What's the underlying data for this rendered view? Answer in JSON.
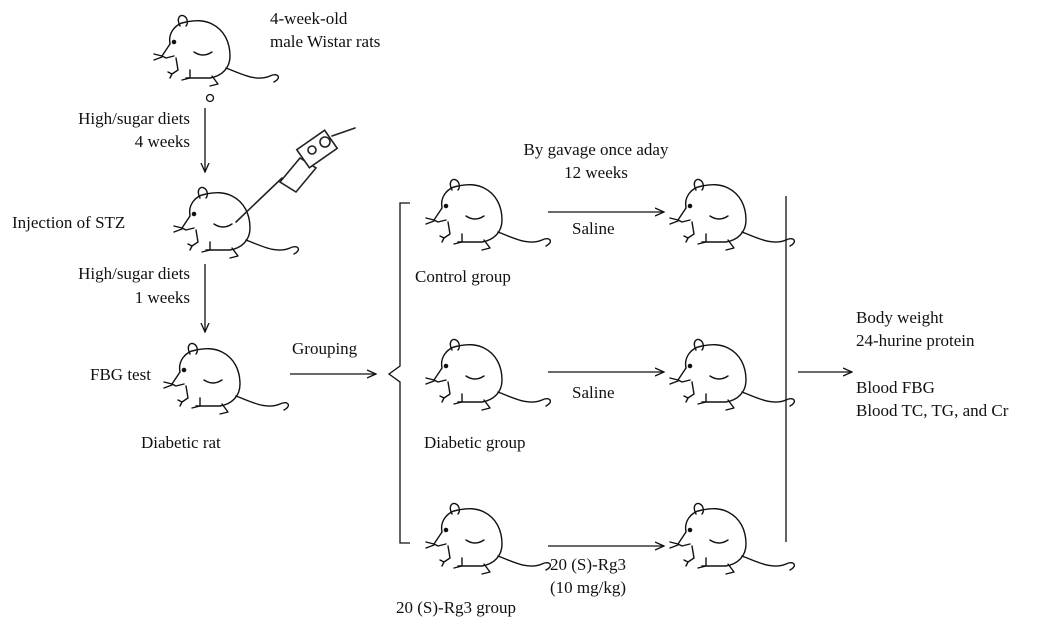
{
  "labels": {
    "rat_origin_line1": "4-week-old",
    "rat_origin_line2": "male Wistar rats",
    "diet1_line1": "High/sugar diets",
    "diet1_line2": "4 weeks",
    "injection": "Injection of STZ",
    "diet2_line1": "High/sugar diets",
    "diet2_line2": "1 weeks",
    "fbg_test": "FBG test",
    "diabetic_rat": "Diabetic rat",
    "grouping": "Grouping",
    "gavage_line1": "By gavage once aday",
    "gavage_line2": "12 weeks",
    "saline_control": "Saline",
    "saline_diabetic": "Saline",
    "rg3_line1": "20 (S)-Rg3",
    "rg3_line2": "(10 mg/kg)",
    "control_group": "Control group",
    "diabetic_group": "Diabetic group",
    "rg3_group": "20 (S)-Rg3 group",
    "outcome_line1": "Body weight",
    "outcome_line2": "24-hurine protein",
    "outcome_line3": "Blood FBG",
    "outcome_line4": "Blood TC, TG, and Cr"
  },
  "colors": {
    "ink": "#111111",
    "syringe": "#222222"
  },
  "icons": [
    "rat-icon",
    "syringe-icon",
    "arrow-icon",
    "bracket-icon"
  ]
}
